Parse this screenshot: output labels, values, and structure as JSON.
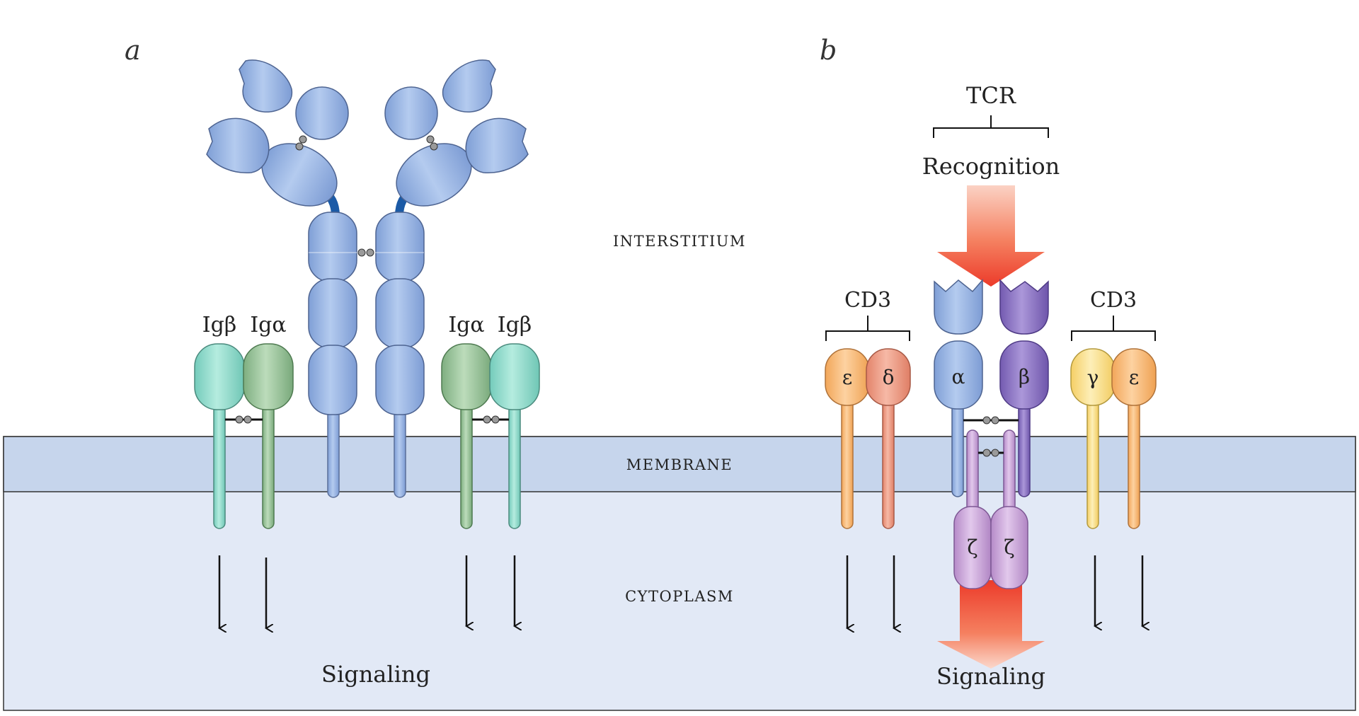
{
  "panels": {
    "a": "a",
    "b": "b"
  },
  "regions": {
    "interstitium": "INTERSTITIUM",
    "membrane": "MEMBRANE",
    "cytoplasm": "CYTOPLASM"
  },
  "bcr": {
    "left_pair": [
      "Igβ",
      "Igα"
    ],
    "right_pair": [
      "Igα",
      "Igβ"
    ],
    "signaling": "Signaling"
  },
  "tcr": {
    "tcr_label": "TCR",
    "recognition": "Recognition",
    "cd3_left": "CD3",
    "cd3_right": "CD3",
    "chains": {
      "epsilon_left": "ε",
      "delta": "δ",
      "alpha": "α",
      "beta": "β",
      "gamma": "γ",
      "epsilon_right": "ε",
      "zeta_1": "ζ",
      "zeta_2": "ζ"
    },
    "signaling": "Signaling"
  },
  "colors": {
    "membrane": "#c6d5ec",
    "cytoplasm": "#e2e9f6",
    "immunoglobulin": "#8fb0e0",
    "igbeta": "#8fd9cb",
    "igalpha": "#9ac39b",
    "cd3_epsilon": "#f7b774",
    "cd3_delta": "#ee9a80",
    "tcr_alpha": "#8fb0e0",
    "tcr_beta": "#8d74c4",
    "cd3_gamma": "#f8dc86",
    "zeta": "#c7a0d6",
    "arrow_red": "#ee4232"
  }
}
